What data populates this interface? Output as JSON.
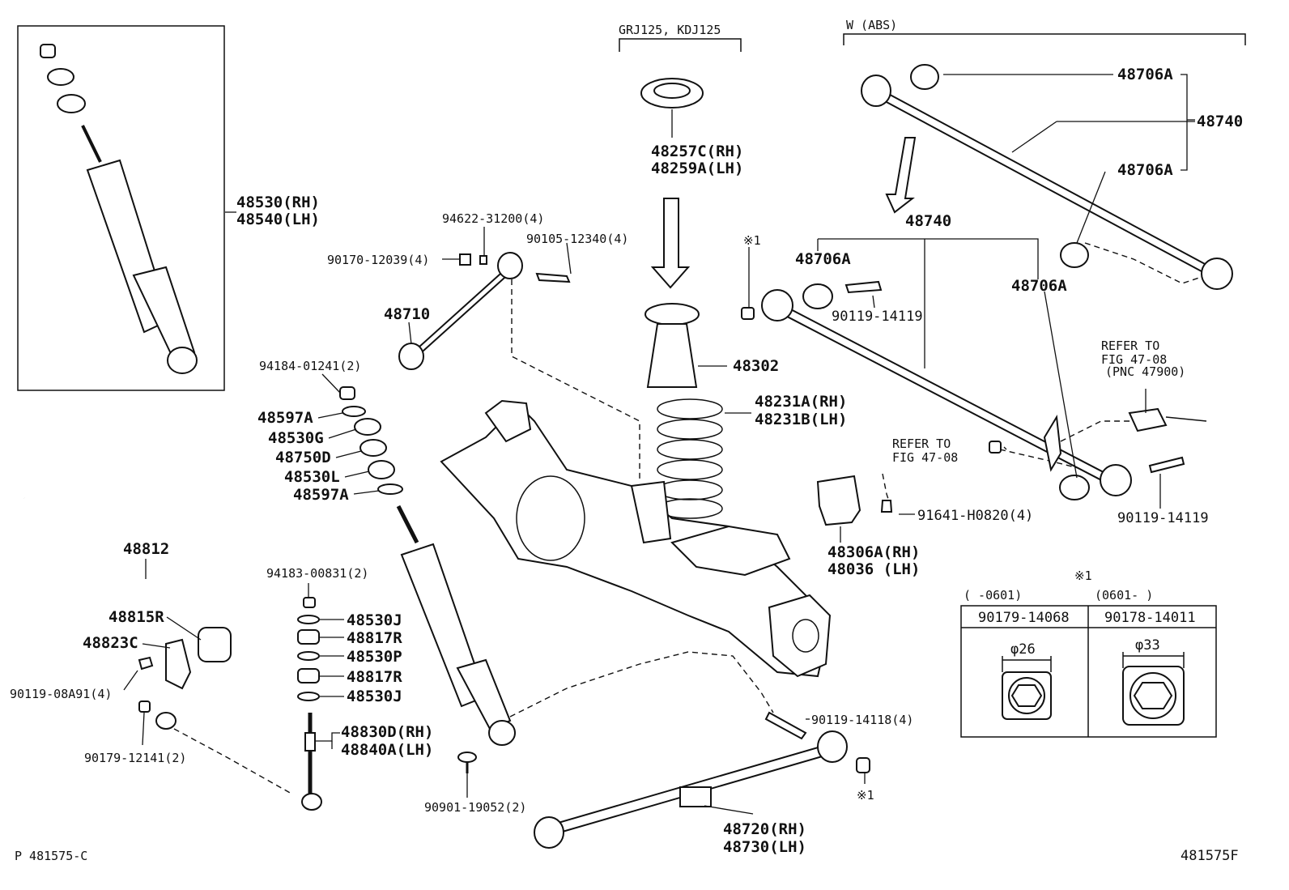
{
  "headers": {
    "variant": "GRJ125, KDJ125",
    "abs": "W (ABS)"
  },
  "callouts": [
    {
      "id": "48530-rh",
      "text": "48530(RH)"
    },
    {
      "id": "48540-lh",
      "text": "48540(LH)"
    },
    {
      "id": "48257c-rh",
      "text": "48257C(RH)"
    },
    {
      "id": "48259a-lh",
      "text": "48259A(LH)"
    },
    {
      "id": "48706a-1",
      "text": "48706A"
    },
    {
      "id": "48740-1",
      "text": "48740"
    },
    {
      "id": "48706a-2",
      "text": "48706A"
    },
    {
      "id": "48740-2",
      "text": "48740"
    },
    {
      "id": "48706a-3",
      "text": "48706A"
    },
    {
      "id": "48706a-4",
      "text": "48706A"
    },
    {
      "id": "90119-14119-1",
      "text": "90119-14119"
    },
    {
      "id": "note1-a",
      "text": "※1"
    },
    {
      "id": "94622",
      "text": "94622-31200(4)"
    },
    {
      "id": "90105",
      "text": "90105-12340(4)"
    },
    {
      "id": "90170",
      "text": "90170-12039(4)"
    },
    {
      "id": "48710",
      "text": "48710"
    },
    {
      "id": "48302",
      "text": "48302"
    },
    {
      "id": "48231a",
      "text": "48231A(RH)"
    },
    {
      "id": "48231b",
      "text": "48231B(LH)"
    },
    {
      "id": "94184",
      "text": "94184-01241(2)"
    },
    {
      "id": "48597a-1",
      "text": "48597A"
    },
    {
      "id": "48530g",
      "text": "48530G"
    },
    {
      "id": "48750d",
      "text": "48750D"
    },
    {
      "id": "48530l",
      "text": "48530L"
    },
    {
      "id": "48597a-2",
      "text": "48597A"
    },
    {
      "id": "refer1-a",
      "text": "REFER TO"
    },
    {
      "id": "refer1-b",
      "text": "FIG 47-08"
    },
    {
      "id": "refer1-c",
      "text": "(PNC 47900)"
    },
    {
      "id": "refer2-a",
      "text": "REFER TO"
    },
    {
      "id": "refer2-b",
      "text": "FIG 47-08"
    },
    {
      "id": "91641",
      "text": "91641-H0820(4)"
    },
    {
      "id": "90119-14119-2",
      "text": "90119-14119"
    },
    {
      "id": "48306a",
      "text": "48306A(RH)"
    },
    {
      "id": "48036",
      "text": "48036 (LH)"
    },
    {
      "id": "48812",
      "text": "48812"
    },
    {
      "id": "94183",
      "text": "94183-00831(2)"
    },
    {
      "id": "48530j-1",
      "text": "48530J"
    },
    {
      "id": "48817r-1",
      "text": "48817R"
    },
    {
      "id": "48530p",
      "text": "48530P"
    },
    {
      "id": "48817r-2",
      "text": "48817R"
    },
    {
      "id": "48530j-2",
      "text": "48530J"
    },
    {
      "id": "48815r",
      "text": "48815R"
    },
    {
      "id": "48823c",
      "text": "48823C"
    },
    {
      "id": "90119-08a91",
      "text": "90119-08A91(4)"
    },
    {
      "id": "90179-12141",
      "text": "90179-12141(2)"
    },
    {
      "id": "48830d",
      "text": "48830D(RH)"
    },
    {
      "id": "48840a",
      "text": "48840A(LH)"
    },
    {
      "id": "90119-14118",
      "text": "90119-14118(4)"
    },
    {
      "id": "note1-b",
      "text": "※1"
    },
    {
      "id": "90901",
      "text": "90901-19052(2)"
    },
    {
      "id": "48720",
      "text": "48720(RH)"
    },
    {
      "id": "48730",
      "text": "48730(LH)"
    }
  ],
  "nut_table": {
    "note": "※1",
    "col1_range": "(    -0601)",
    "col2_range": "(0601-    )",
    "col1_part": "90179-14068",
    "col2_part": "90178-14011",
    "col1_dia": "φ26",
    "col2_dia": "φ33"
  },
  "footer": {
    "left_id": "P 481575-C",
    "right_id": "481575F"
  }
}
